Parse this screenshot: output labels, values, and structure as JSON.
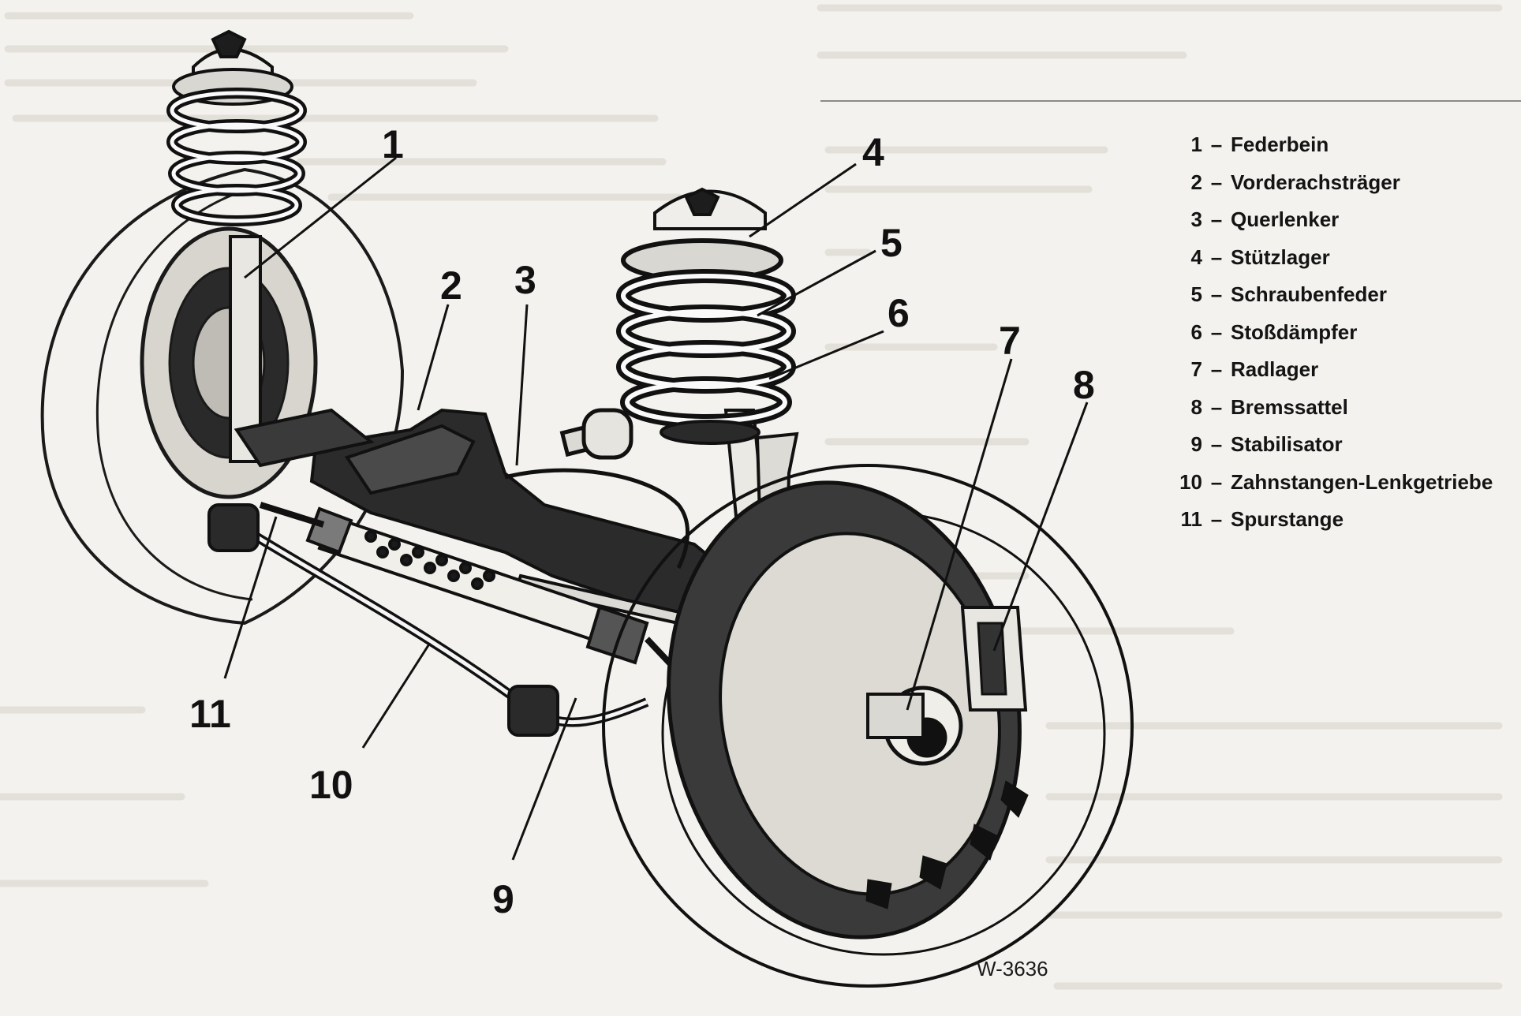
{
  "diagram": {
    "callouts": [
      {
        "num": "1"
      },
      {
        "num": "2"
      },
      {
        "num": "3"
      },
      {
        "num": "4"
      },
      {
        "num": "5"
      },
      {
        "num": "6"
      },
      {
        "num": "7"
      },
      {
        "num": "8"
      },
      {
        "num": "9"
      },
      {
        "num": "10"
      },
      {
        "num": "11"
      }
    ],
    "legend": [
      {
        "num": "1",
        "text": "Federbein"
      },
      {
        "num": "2",
        "text": "Vorderachsträger"
      },
      {
        "num": "3",
        "text": "Querlenker"
      },
      {
        "num": "4",
        "text": "Stützlager"
      },
      {
        "num": "5",
        "text": "Schraubenfeder"
      },
      {
        "num": "6",
        "text": "Stoßdämpfer"
      },
      {
        "num": "7",
        "text": "Radlager"
      },
      {
        "num": "8",
        "text": "Bremssattel"
      },
      {
        "num": "9",
        "text": "Stabilisator"
      },
      {
        "num": "10",
        "text": "Zahnstangen-Lenkgetriebe"
      },
      {
        "num": "11",
        "text": "Spurstange"
      }
    ],
    "dash": "–",
    "figure_code": "W-3636"
  }
}
